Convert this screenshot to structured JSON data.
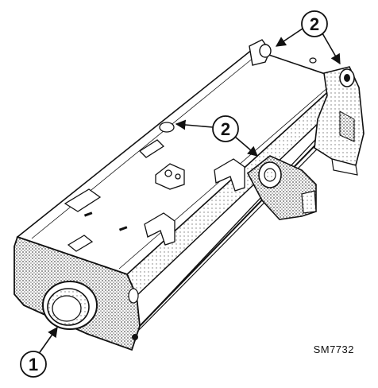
{
  "callouts": {
    "one": "1",
    "two_rear": "2",
    "two_mid": "2"
  },
  "figure_id": "SM7732",
  "colors": {
    "ink": "#111111",
    "paper": "#ffffff",
    "stipple": "#6e6e6e"
  }
}
